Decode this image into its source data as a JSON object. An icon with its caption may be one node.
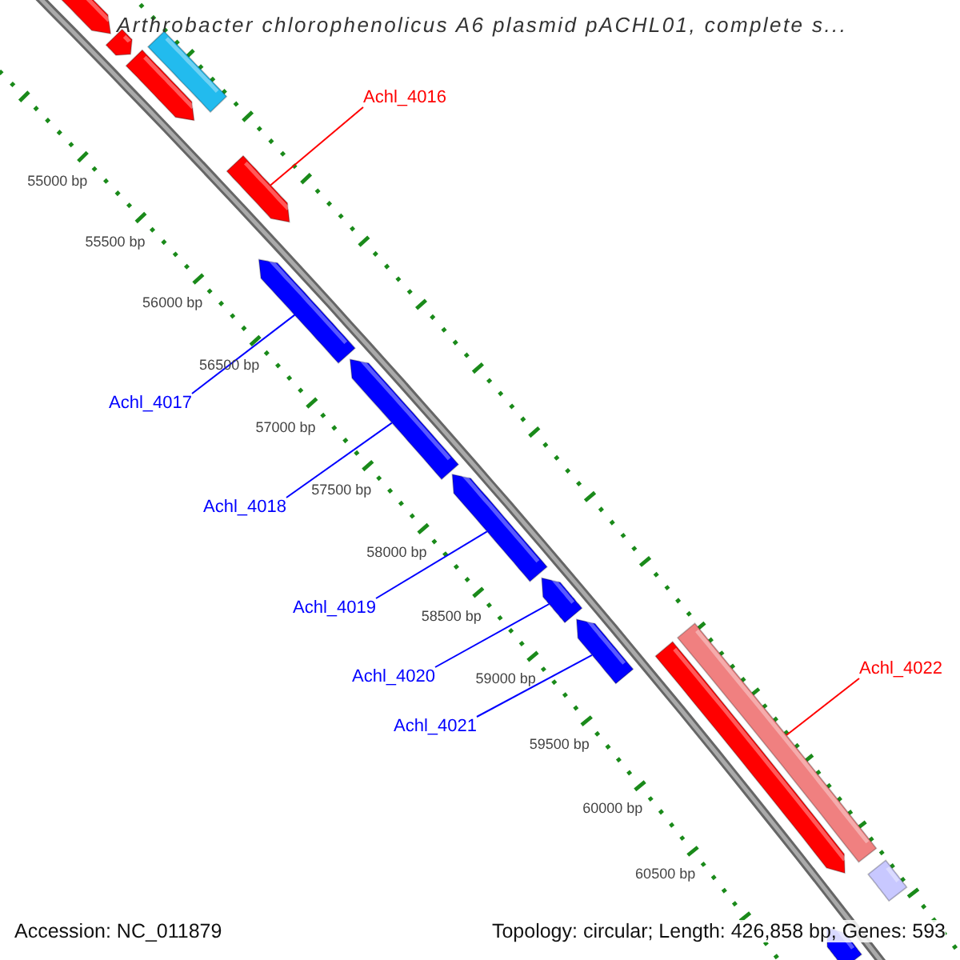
{
  "diagram": {
    "title": "Arthrobacter chlorophenolicus A6 plasmid pACHL01, complete s...",
    "nodes": [
      {
        "text": [
          "Achl_4016"
        ]
      },
      {
        "text": [
          "Achl_4017"
        ]
      },
      {
        "text": [
          "Achl_4018"
        ]
      },
      {
        "text": [
          "Achl_4019"
        ]
      },
      {
        "text": [
          "Achl_4020"
        ]
      },
      {
        "text": [
          "Achl_4021"
        ]
      },
      {
        "text": [
          "Achl_4022"
        ]
      },
      {
        "text": [],
        "shape": "bar"
      },
      {
        "text": [],
        "shape": "bar"
      },
      {
        "text": [],
        "shape": "bar"
      },
      {
        "text": [],
        "shape": "bar"
      },
      {
        "text": [],
        "shape": "bar"
      },
      {
        "text": [],
        "shape": "bar"
      },
      {
        "text": [],
        "shape": "bar"
      },
      {
        "text": [],
        "shape": "bar"
      },
      {
        "text": [],
        "shape": "bar"
      },
      {
        "text": [],
        "shape": "bar"
      },
      {
        "text": [],
        "shape": "bar"
      },
      {
        "text": [],
        "shape": "bar"
      },
      {
        "text": [],
        "shape": "bar"
      },
      {
        "text": [],
        "shape": "bar"
      }
    ],
    "edges": [
      {
        "from": 0,
        "to": 11,
        "arrow": "none",
        "color": "#ff0000"
      },
      {
        "from": 1,
        "to": 12,
        "arrow": "none"
      },
      {
        "from": 2,
        "to": 13,
        "arrow": "none"
      },
      {
        "from": 3,
        "to": 14,
        "arrow": "none"
      },
      {
        "from": 4,
        "to": 15,
        "arrow": "none"
      },
      {
        "from": 5,
        "to": 16,
        "arrow": "none"
      },
      {
        "from": 6,
        "to": 17,
        "arrow": "none",
        "color": "#ff0000"
      }
    ],
    "labels": [
      "55000 bp",
      "55500 bp",
      "56000 bp",
      "56500 bp",
      "57000 bp",
      "57500 bp",
      "58000 bp",
      "58500 bp",
      "59000 bp",
      "59500 bp",
      "60000 bp",
      "60500 bp",
      "Accession: NC_011879",
      "Topology: circular; Length: 426,858 bp; Genes: 593"
    ]
  }
}
